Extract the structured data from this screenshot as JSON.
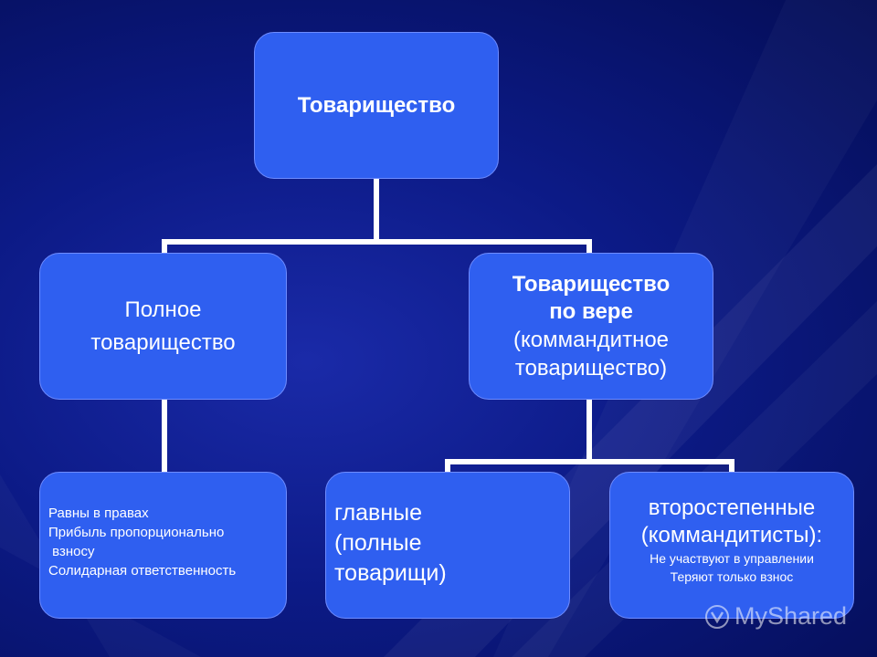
{
  "root": {
    "label": "Товарищество"
  },
  "full_partnership": {
    "label_lines": [
      "Полное",
      "товарищество"
    ],
    "details": [
      "Равны в правах",
      "Прибыль пропорционально",
      " взносу",
      "Солидарная ответственность"
    ]
  },
  "limited_partnership": {
    "bold_lines": [
      "Товарищество",
      "по вере"
    ],
    "regular_lines": [
      "(коммандитное",
      "товарищество)"
    ]
  },
  "general_partners": {
    "lines": [
      "главные",
      "(полные",
      "товарищи)"
    ]
  },
  "limited_partners": {
    "lines": [
      "второстепенные",
      "(коммандитисты):"
    ],
    "details": [
      "Не участвуют в управлении",
      "Теряют только взнос"
    ]
  },
  "watermark": {
    "icon": "myshared-logo-icon",
    "text": "MyShared"
  },
  "colors": {
    "box_fill": "#2f5ff0",
    "connector": "#ffffff",
    "background": "#0c1a86"
  }
}
